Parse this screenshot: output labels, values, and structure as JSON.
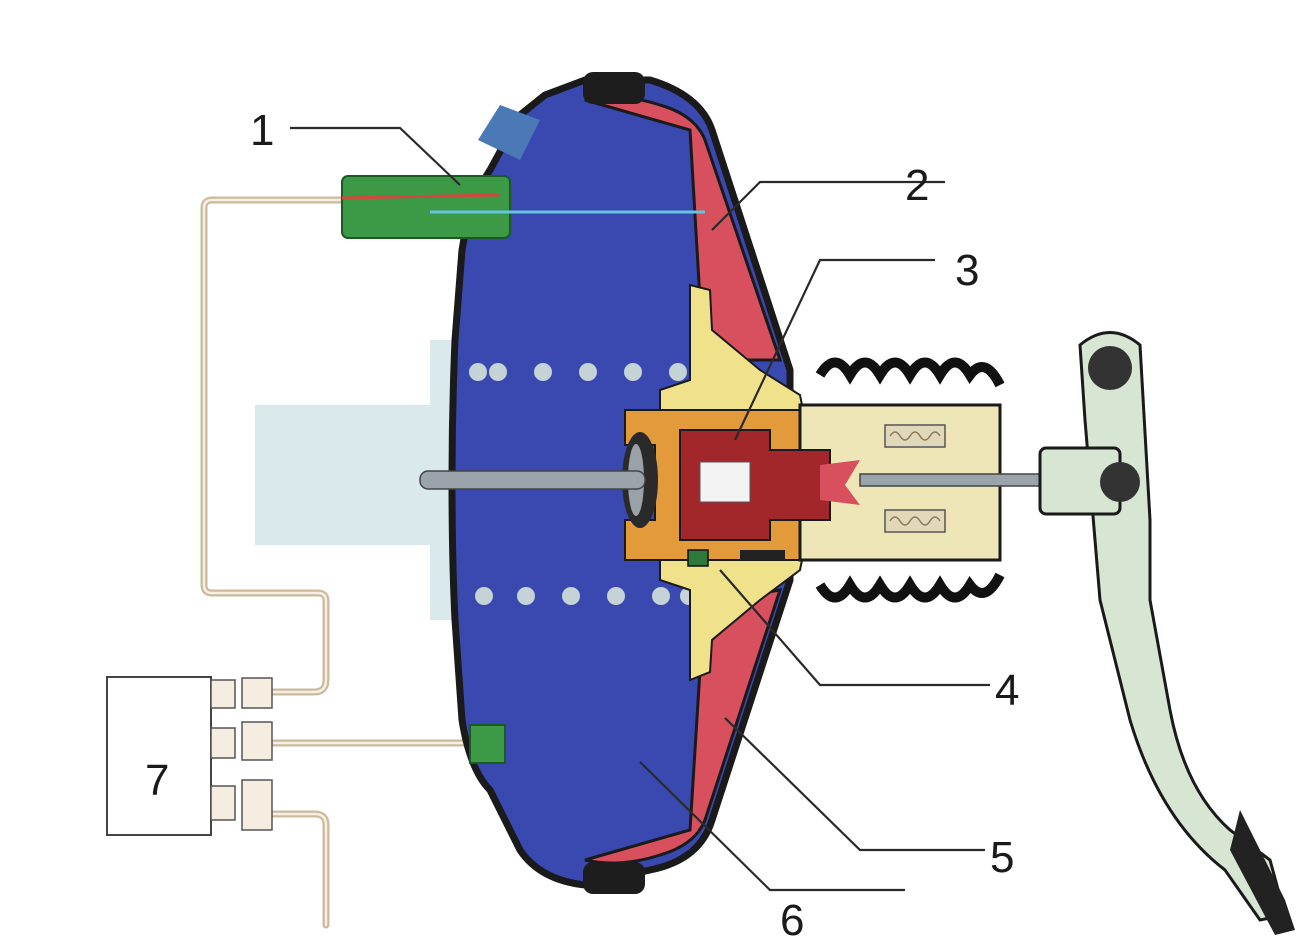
{
  "diagram": {
    "callouts": [
      {
        "id": "1",
        "label": "1"
      },
      {
        "id": "2",
        "label": "2"
      },
      {
        "id": "3",
        "label": "3"
      },
      {
        "id": "4",
        "label": "4"
      },
      {
        "id": "5",
        "label": "5"
      },
      {
        "id": "6",
        "label": "6"
      },
      {
        "id": "7",
        "label": "7"
      }
    ],
    "colors": {
      "vacuum_chamber": "#3a49b0",
      "atmospheric_chamber": "#d8505e",
      "housing_outline": "#1a1a1a",
      "piston_body": "#f0e28a",
      "valve_core": "#a2272a",
      "valve_housing": "#e39a3a",
      "sensor_green": "#3c9a46",
      "bellows": "#111111",
      "pedal": "#d7e6d3",
      "background_shadow": "#cfe3e6",
      "tubes": "#d9c7ad"
    }
  }
}
